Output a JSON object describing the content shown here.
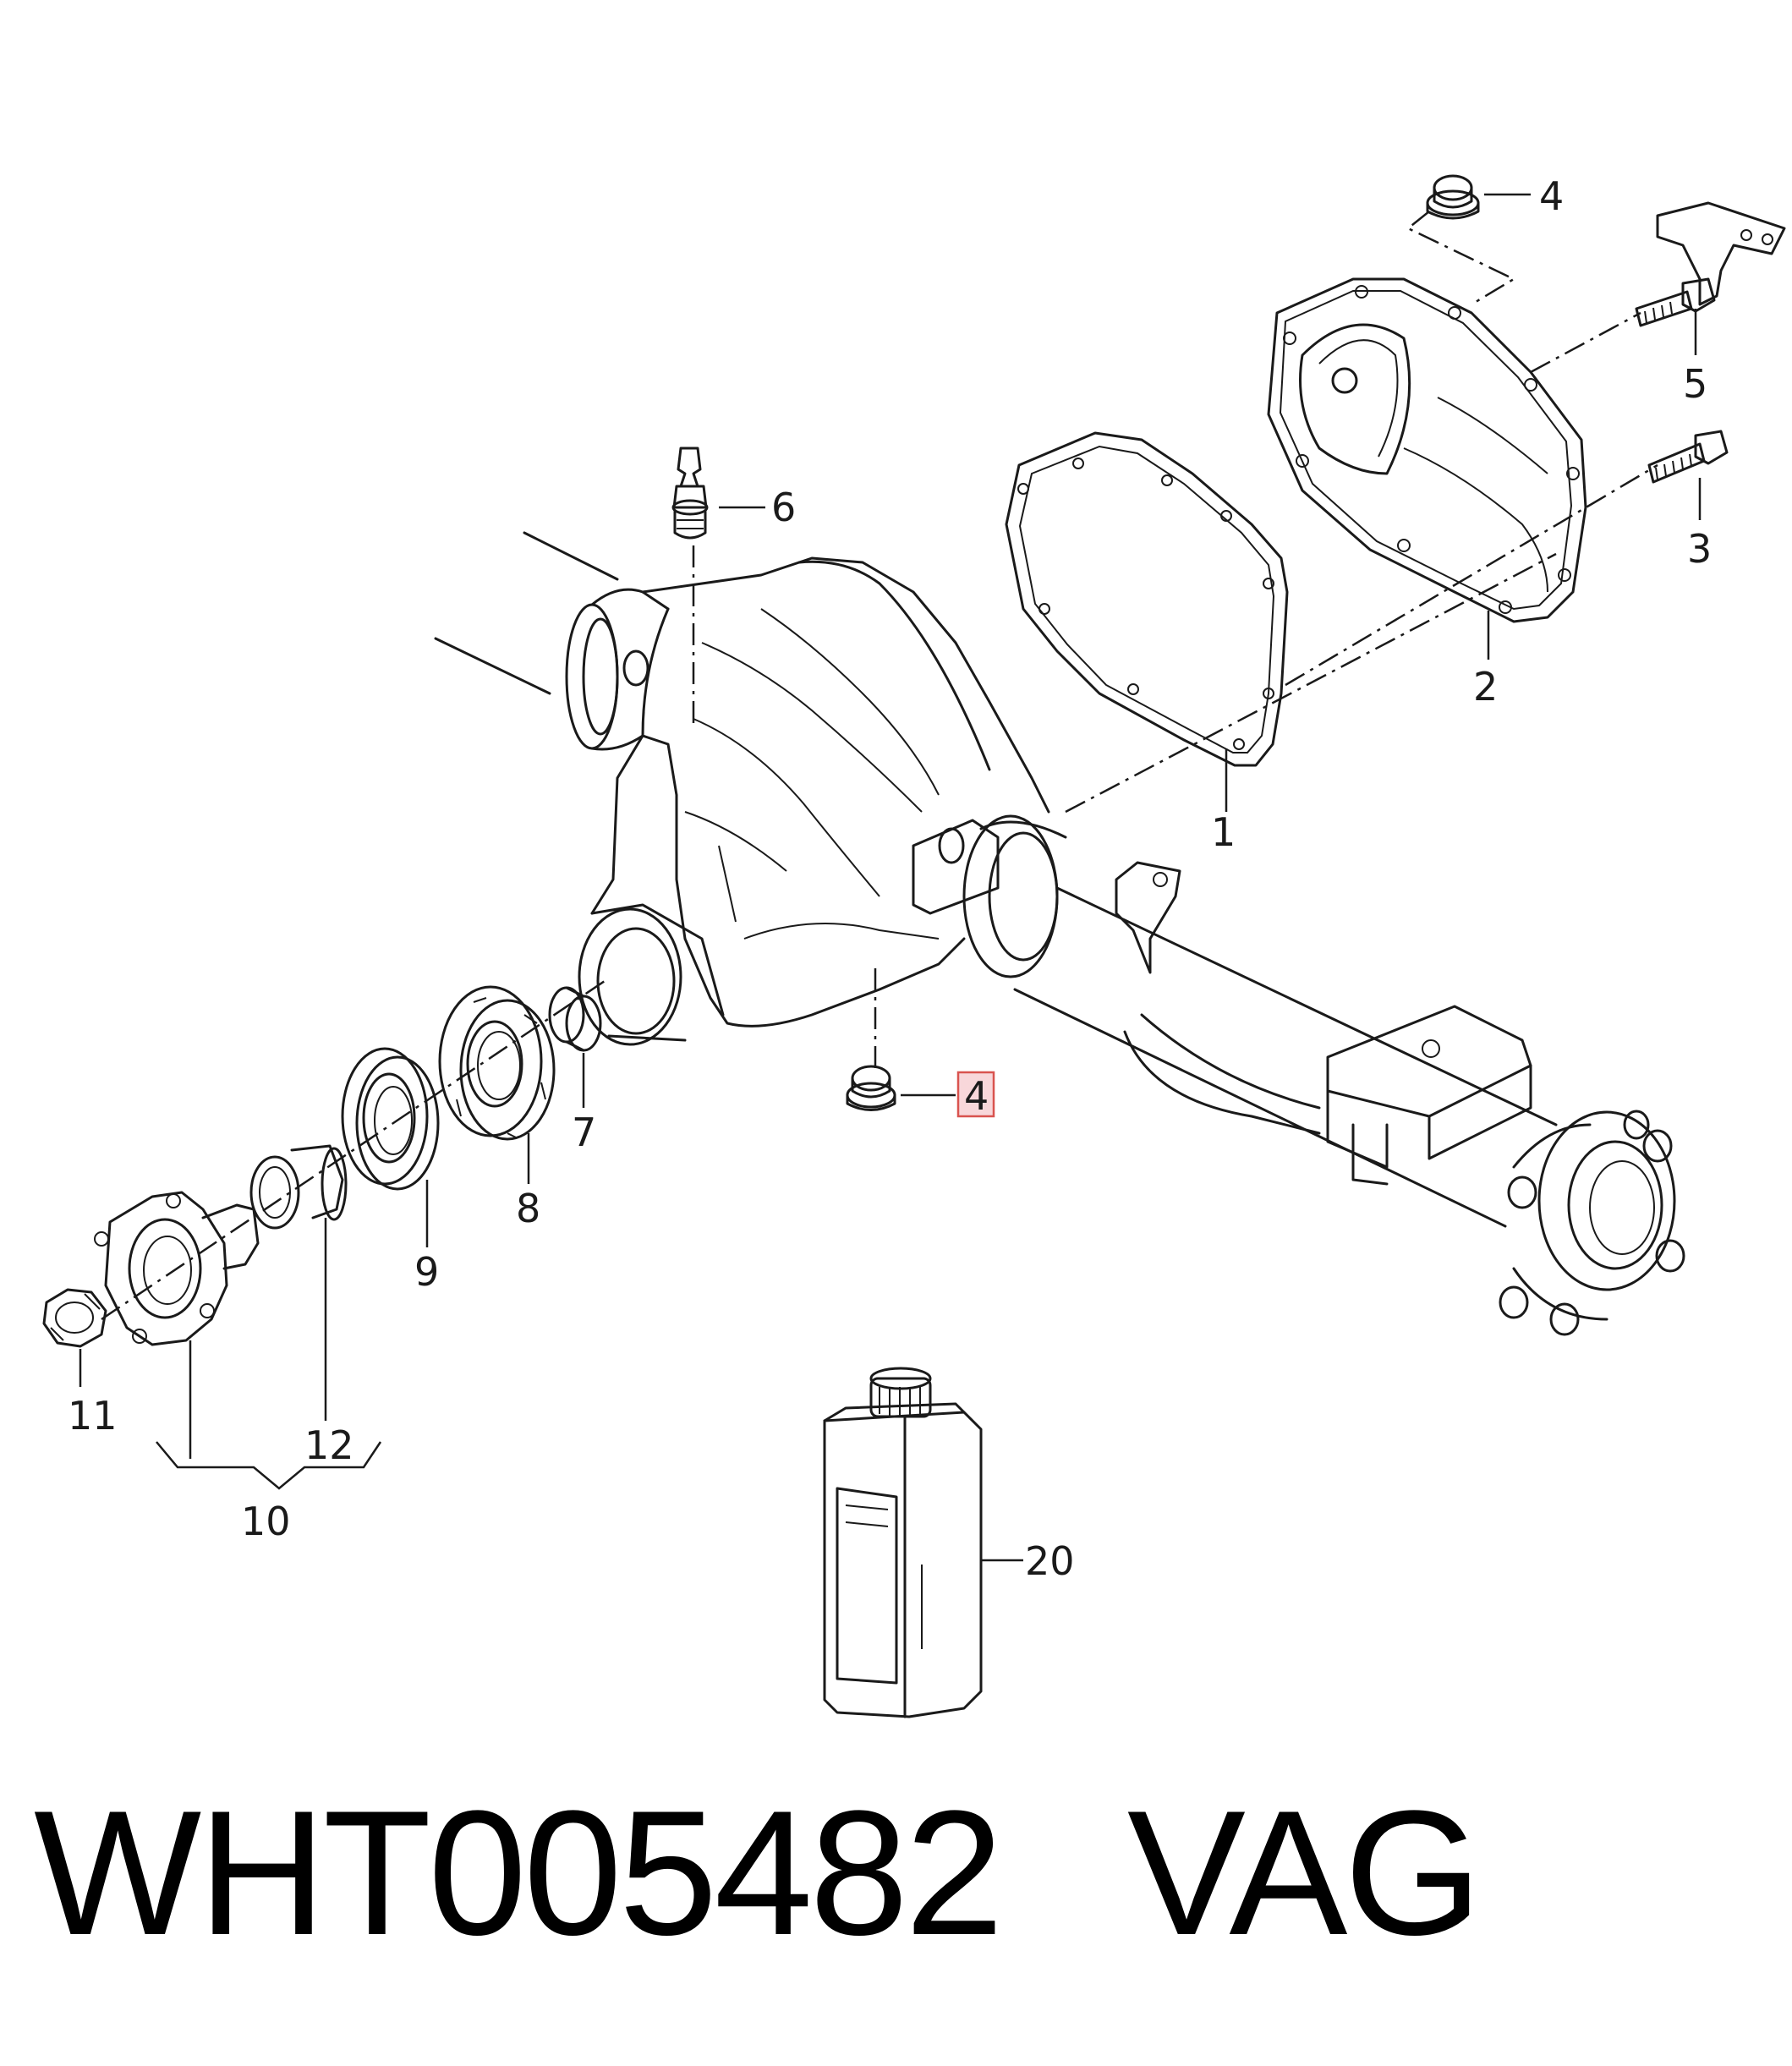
{
  "diagram": {
    "callouts": [
      {
        "id": "1",
        "label": "1"
      },
      {
        "id": "2",
        "label": "2"
      },
      {
        "id": "3",
        "label": "3"
      },
      {
        "id": "4-top",
        "label": "4"
      },
      {
        "id": "4-bottom",
        "label": "4",
        "highlighted": true,
        "highlight_color": "#f8d7da",
        "highlight_border": "#d9534f"
      },
      {
        "id": "5",
        "label": "5"
      },
      {
        "id": "6",
        "label": "6"
      },
      {
        "id": "7",
        "label": "7"
      },
      {
        "id": "8",
        "label": "8"
      },
      {
        "id": "9",
        "label": "9"
      },
      {
        "id": "10",
        "label": "10"
      },
      {
        "id": "11",
        "label": "11"
      },
      {
        "id": "12",
        "label": "12"
      },
      {
        "id": "20",
        "label": "20"
      }
    ]
  },
  "caption": {
    "part_number": "WHT005482",
    "brand": "VAG"
  }
}
